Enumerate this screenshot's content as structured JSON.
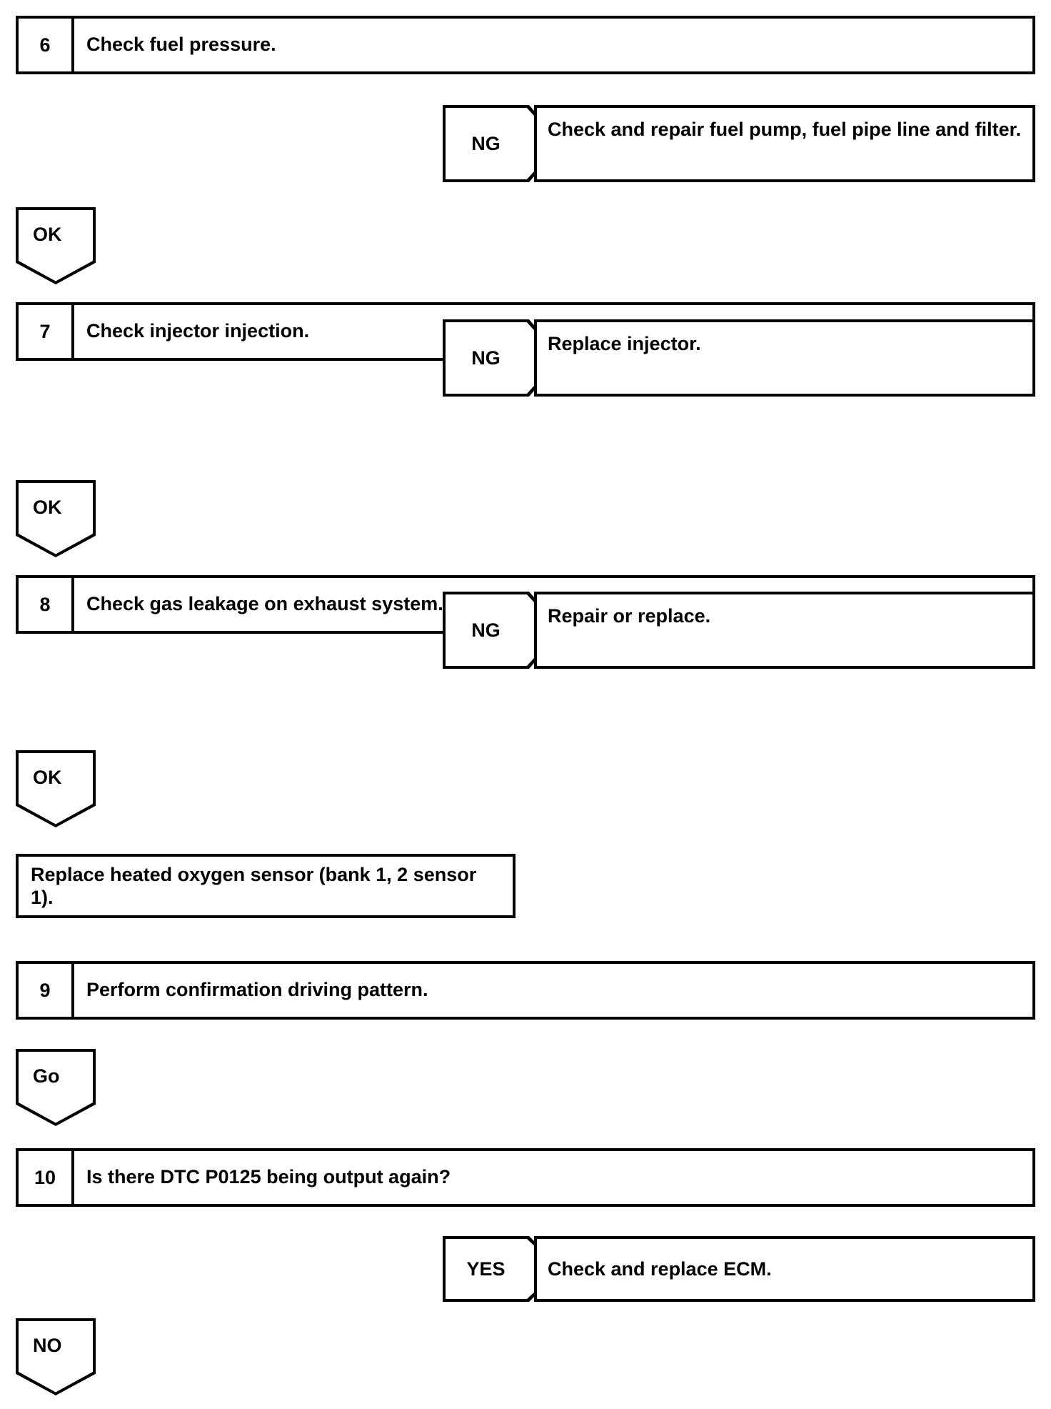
{
  "document": {
    "type": "diagnostic-flowchart",
    "title": "DTC P0125 diagnostic procedure (continued)"
  },
  "steps": [
    {
      "number": "6",
      "text": "Check fuel pressure.",
      "branch": {
        "label": "NG",
        "result": "Check and repair fuel pump, fuel pipe line and filter."
      },
      "pass": {
        "label": "OK"
      }
    },
    {
      "number": "7",
      "text": "Check injector injection.",
      "branch": {
        "label": "NG",
        "result": "Replace injector."
      },
      "pass": {
        "label": "OK"
      }
    },
    {
      "number": "8",
      "text": "Check gas leakage on exhaust system.",
      "branch": {
        "label": "NG",
        "result": "Repair or replace."
      },
      "pass": {
        "label": "OK"
      }
    }
  ],
  "action_box": {
    "text": "Replace heated oxygen sensor (bank 1, 2 sensor 1)."
  },
  "steps_tail": [
    {
      "number": "9",
      "text": "Perform confirmation driving pattern.",
      "pass": {
        "label": "Go"
      }
    },
    {
      "number": "10",
      "text": "Is there DTC P0125 being output again?",
      "branch": {
        "label": "YES",
        "result": "Check and replace ECM."
      },
      "pass": {
        "label": "NO"
      }
    }
  ],
  "colors": {
    "line": "#000000",
    "background": "#ffffff"
  }
}
